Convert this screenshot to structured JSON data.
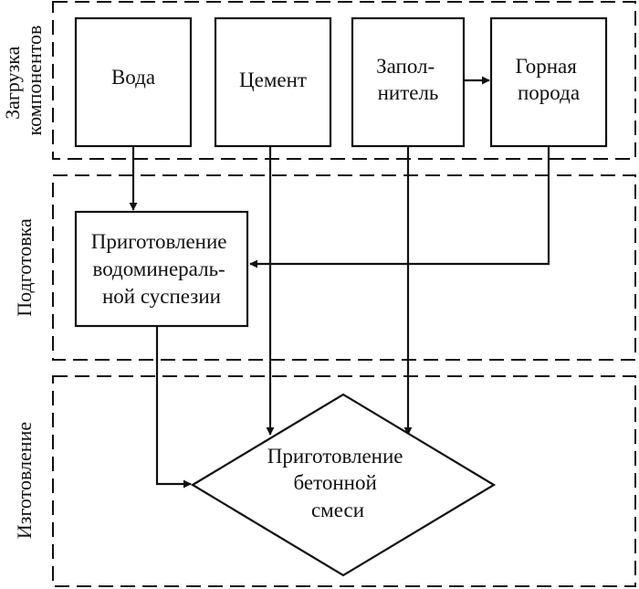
{
  "zones": {
    "loading": [
      "Загрузка",
      "компонентов"
    ],
    "preparation": "Подготовка",
    "production": "Изготовление"
  },
  "nodes": {
    "water": [
      "Вода"
    ],
    "cement": [
      "Цемент"
    ],
    "filler": [
      "Запол-",
      "нитель"
    ],
    "rock": [
      "Горная",
      "порода"
    ],
    "suspension": [
      "Приготовление",
      "водоминераль-",
      "ной  суспезии"
    ],
    "concrete": [
      "Приготовление",
      "бетонной",
      "смеси"
    ]
  },
  "colors": {
    "stroke": "#111111",
    "background": "#ffffff"
  }
}
